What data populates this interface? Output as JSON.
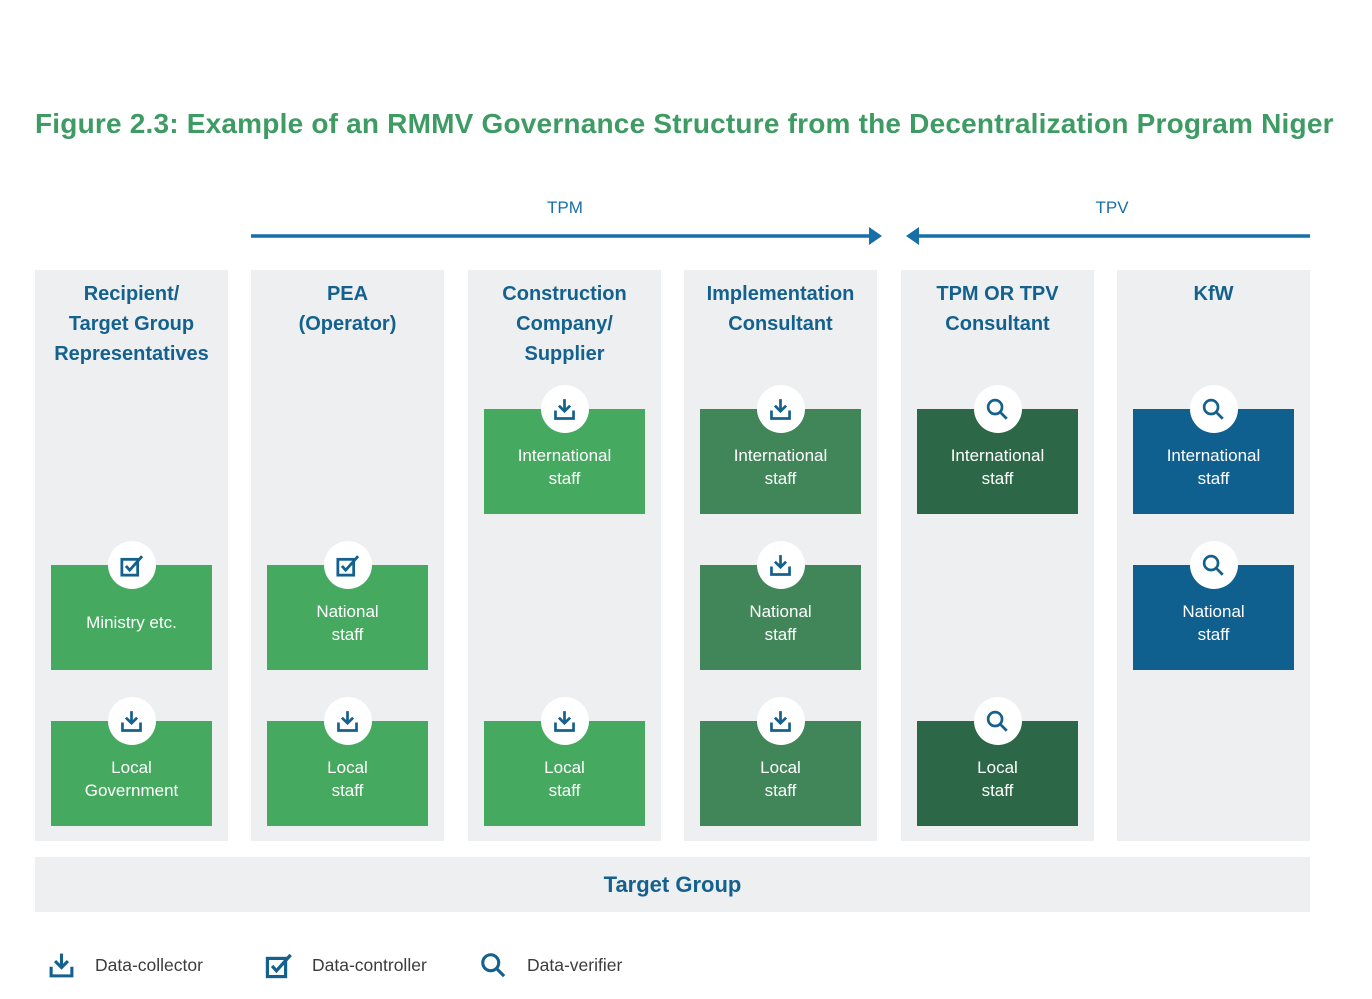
{
  "title": "Figure 2.3: Example of an RMMV Governance Structure from the Decentralization Program Niger",
  "arrows": {
    "tpm_label": "TPM",
    "tpv_label": "TPV"
  },
  "columns": [
    {
      "id": "recipient",
      "header": "Recipient/\nTarget Group\nRepresentatives",
      "boxes": [
        {
          "row": 2,
          "label": "Ministry etc.",
          "color": "bright_green",
          "icon": "controller"
        },
        {
          "row": 3,
          "label": "Local\nGovernment",
          "color": "bright_green",
          "icon": "collector"
        }
      ]
    },
    {
      "id": "pea",
      "header": "PEA\n(Operator)",
      "boxes": [
        {
          "row": 2,
          "label": "National\nstaff",
          "color": "bright_green",
          "icon": "controller"
        },
        {
          "row": 3,
          "label": "Local\nstaff",
          "color": "bright_green",
          "icon": "collector"
        }
      ]
    },
    {
      "id": "construction",
      "header": "Construction\nCompany/\nSupplier",
      "boxes": [
        {
          "row": 1,
          "label": "International\nstaff",
          "color": "bright_green",
          "icon": "collector"
        },
        {
          "row": 3,
          "label": "Local\nstaff",
          "color": "bright_green",
          "icon": "collector"
        }
      ]
    },
    {
      "id": "implementation",
      "header": "Implementation\nConsultant",
      "boxes": [
        {
          "row": 1,
          "label": "International\nstaff",
          "color": "muted_green",
          "icon": "collector"
        },
        {
          "row": 2,
          "label": "National\nstaff",
          "color": "muted_green",
          "icon": "collector"
        },
        {
          "row": 3,
          "label": "Local\nstaff",
          "color": "muted_green",
          "icon": "collector"
        }
      ]
    },
    {
      "id": "tpm-tpv-consultant",
      "header": "TPM OR TPV\nConsultant",
      "boxes": [
        {
          "row": 1,
          "label": "International\nstaff",
          "color": "dark_green",
          "icon": "verifier"
        },
        {
          "row": 3,
          "label": "Local\nstaff",
          "color": "dark_green",
          "icon": "verifier"
        }
      ]
    },
    {
      "id": "kfw",
      "header": "KfW",
      "boxes": [
        {
          "row": 1,
          "label": "International\nstaff",
          "color": "blue",
          "icon": "verifier"
        },
        {
          "row": 2,
          "label": "National\nstaff",
          "color": "blue",
          "icon": "verifier"
        }
      ]
    }
  ],
  "target_group_label": "Target Group",
  "legend": [
    {
      "icon": "collector",
      "label": "Data-collector"
    },
    {
      "icon": "controller",
      "label": "Data-controller"
    },
    {
      "icon": "verifier",
      "label": "Data-verifier"
    }
  ],
  "colors": {
    "bright_green": "#46a960",
    "muted_green": "#418659",
    "dark_green": "#2c6847",
    "blue": "#0f608f",
    "icon_blue": "#15618e",
    "header_blue": "#15618e",
    "arrow_blue": "#176fa8",
    "title_green": "#3e9b63",
    "column_bg": "#edeff0",
    "legend_text": "#3c3c3b"
  }
}
